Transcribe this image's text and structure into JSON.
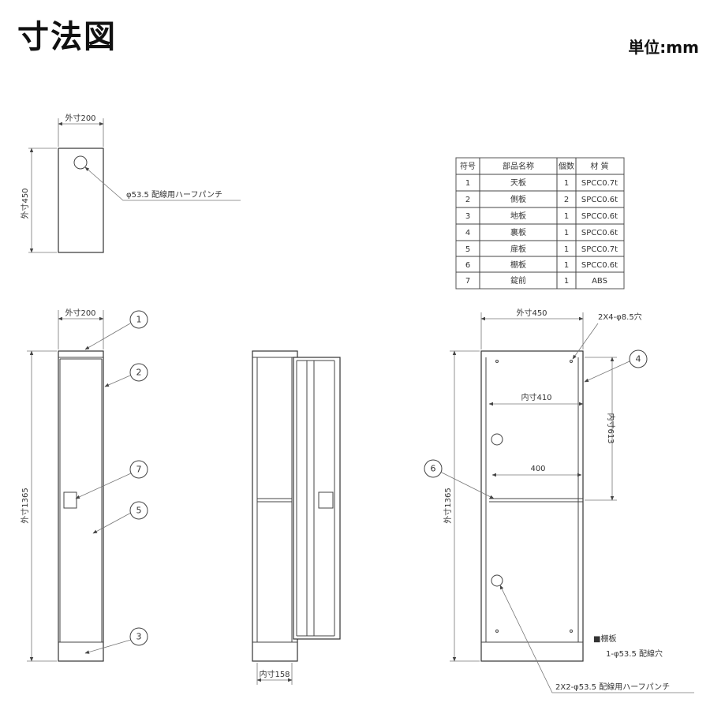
{
  "header": {
    "title": "寸法図",
    "unit": "単位:mm"
  },
  "top_view": {
    "width_label": "外寸200",
    "height_label": "外寸450",
    "hole_note": "φ53.5 配線用ハーフパンチ"
  },
  "front_view": {
    "width_label": "外寸200",
    "height_label": "外寸1365",
    "callouts": [
      "1",
      "2",
      "7",
      "5",
      "3"
    ]
  },
  "side_view": {
    "inner_depth_label": "内寸158"
  },
  "inner_view": {
    "width_label": "外寸450",
    "holes_label": "2X4-φ8.5穴",
    "inner_width_label": "内寸410",
    "shelf_width_label": "400",
    "inner_height_label": "内寸613",
    "height_label": "外寸1365",
    "callouts": [
      "4",
      "6"
    ],
    "shelf_note_title": "■棚板",
    "shelf_note_detail": "1-φ53.5 配線穴",
    "bottom_note": "2X2-φ53.5 配線用ハーフパンチ"
  },
  "parts_table": {
    "headers": [
      "符号",
      "部品名称",
      "個数",
      "材 質"
    ],
    "rows": [
      [
        "1",
        "天板",
        "1",
        "SPCC0.7t"
      ],
      [
        "2",
        "側板",
        "2",
        "SPCC0.6t"
      ],
      [
        "3",
        "地板",
        "1",
        "SPCC0.6t"
      ],
      [
        "4",
        "裏板",
        "1",
        "SPCC0.6t"
      ],
      [
        "5",
        "扉板",
        "1",
        "SPCC0.7t"
      ],
      [
        "6",
        "棚板",
        "1",
        "SPCC0.6t"
      ],
      [
        "7",
        "錠前",
        "1",
        "ABS"
      ]
    ]
  }
}
